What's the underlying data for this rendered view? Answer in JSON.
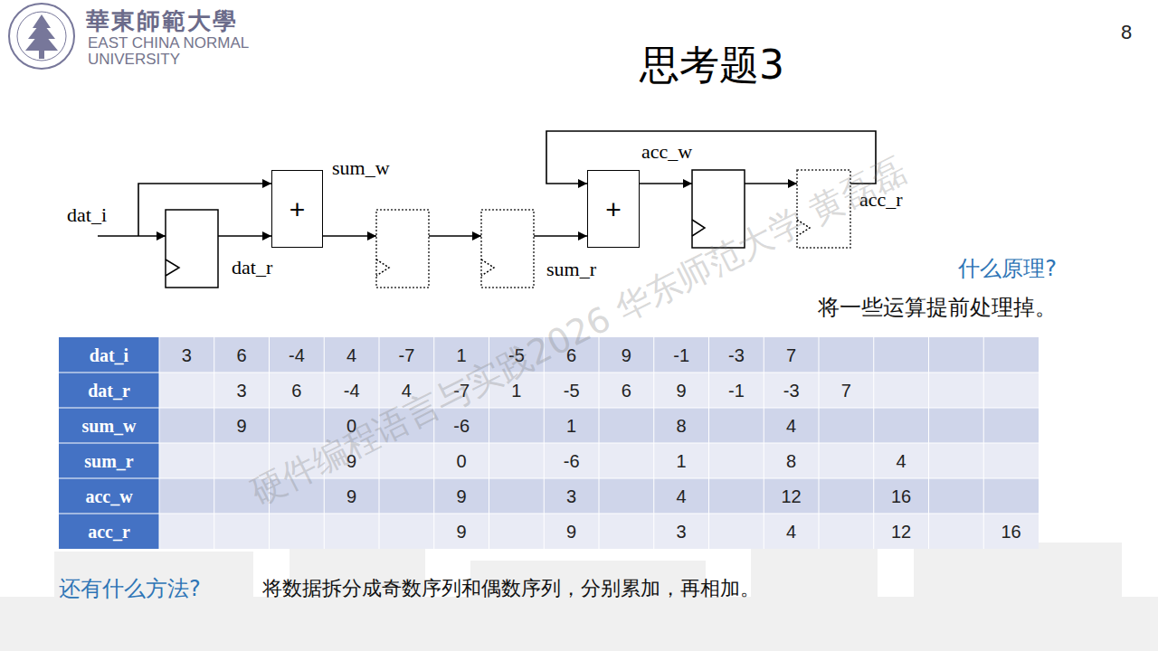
{
  "diagram": {
    "title": "思考题3",
    "nodes": [
      {
        "text": [
          "+"
        ]
      },
      {
        "text": [
          "+"
        ]
      }
    ],
    "labels": [
      "8",
      "華東師範大學",
      "EAST CHINA NORMAL",
      "UNIVERSITY",
      "dat_i",
      "dat_r",
      "sum_w",
      "sum_r",
      "acc_w",
      "acc_r",
      "什么原理?",
      "将一些运算提前处理掉。",
      "还有什么方法?",
      "将数据拆分成奇数序列和偶数序列，分别累加，再相加。",
      "硬件编程语言与实践2026 华东师范大学 黄磊磊",
      "dat_i",
      "3",
      "6",
      "-4",
      "4",
      "-7",
      "1",
      "-5",
      "6",
      "9",
      "-1",
      "-3",
      "7",
      "dat_r",
      "3",
      "6",
      "-4",
      "4",
      "-7",
      "1",
      "-5",
      "6",
      "9",
      "-1",
      "-3",
      "7",
      "sum_w",
      "9",
      "0",
      "-6",
      "1",
      "8",
      "4",
      "sum_r",
      "9",
      "0",
      "-6",
      "1",
      "8",
      "4",
      "acc_w",
      "9",
      "9",
      "3",
      "4",
      "12",
      "16",
      "acc_r",
      "9",
      "9",
      "3",
      "4",
      "12",
      "16"
    ]
  }
}
